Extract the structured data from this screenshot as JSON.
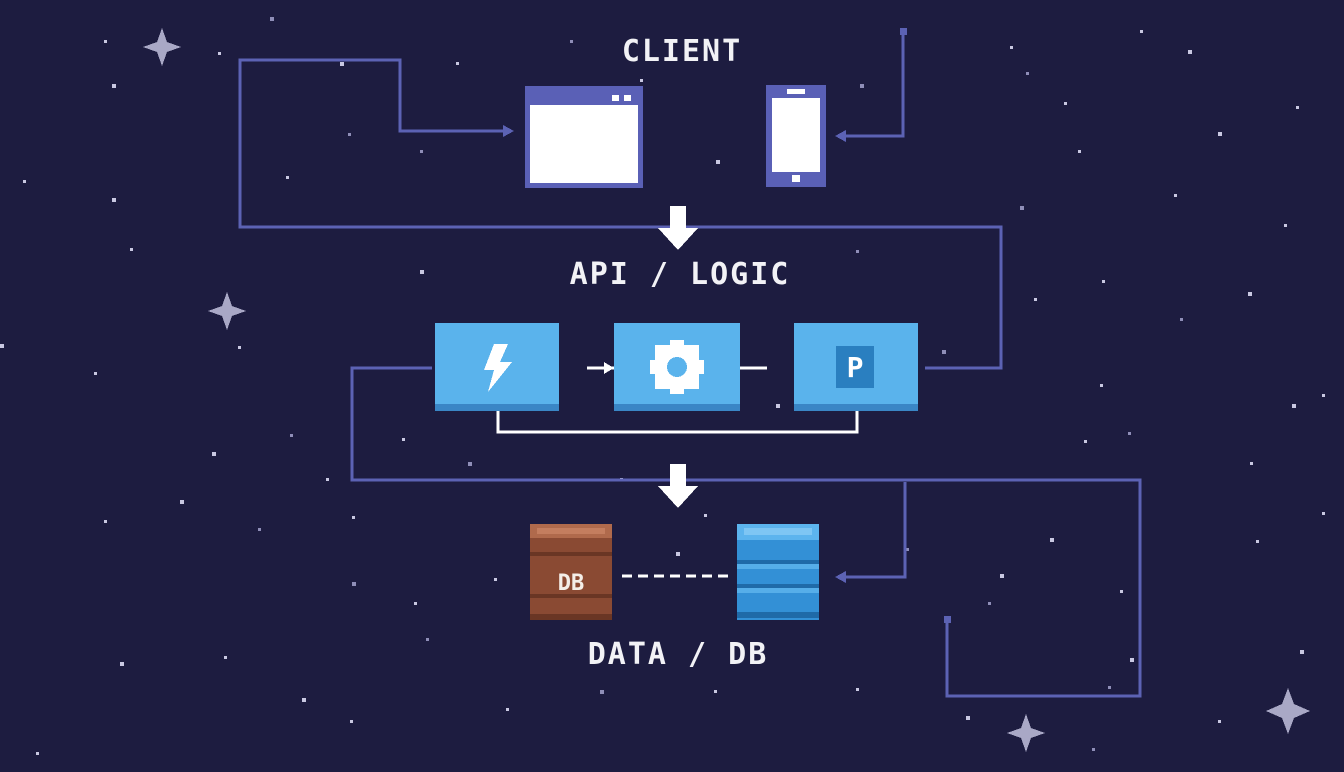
{
  "tiers": {
    "client": {
      "label": "CLIENT"
    },
    "api": {
      "label": "API / LOGIC"
    },
    "data": {
      "label": "DATA / DB"
    }
  },
  "api_modules": [
    {
      "name": "lightning-icon"
    },
    {
      "name": "gear-icon"
    },
    {
      "name": "p-letter-icon",
      "letter": "P"
    }
  ],
  "databases": [
    {
      "name": "relational-db",
      "text": "DB",
      "color": "#8a4a33"
    },
    {
      "name": "cache-db",
      "color": "#3390d6"
    }
  ],
  "colors": {
    "background": "#1d1c40",
    "wire": "#5c62b4",
    "api_box": "#5ab3ec",
    "api_box_shadow": "#3a86c6",
    "white": "#f2f2f6"
  }
}
